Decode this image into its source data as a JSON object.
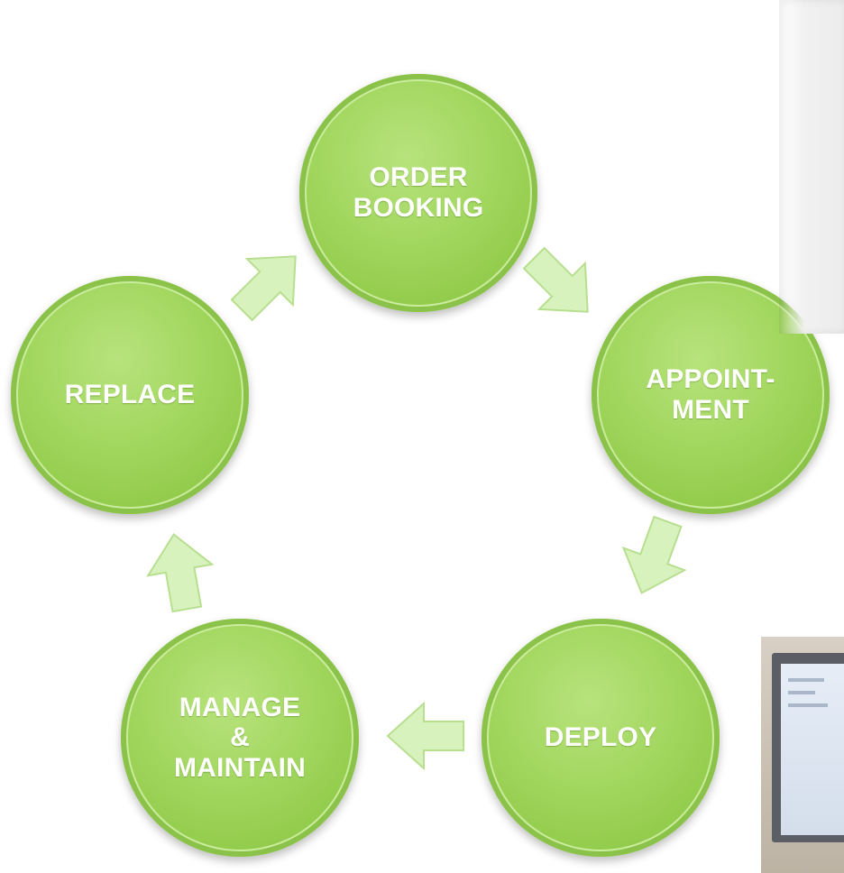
{
  "diagram": {
    "nodes": [
      {
        "id": "order-booking",
        "label": "ORDER\nBOOKING"
      },
      {
        "id": "appointment",
        "label": "APPOINT-\nMENT"
      },
      {
        "id": "deploy",
        "label": "DEPLOY"
      },
      {
        "id": "manage-maintain",
        "label": "MANAGE\n&\nMAINTAIN"
      },
      {
        "id": "replace",
        "label": "REPLACE"
      }
    ],
    "flow": [
      {
        "from": "replace",
        "to": "order-booking"
      },
      {
        "from": "order-booking",
        "to": "appointment"
      },
      {
        "from": "appointment",
        "to": "deploy"
      },
      {
        "from": "deploy",
        "to": "manage-maintain"
      },
      {
        "from": "manage-maintain",
        "to": "replace"
      }
    ],
    "colors": {
      "node_fill": "#9fd55b",
      "node_rim": "#8bc34a",
      "label_text": "#ffffff",
      "arrow_fill": "#d8f2bd",
      "arrow_stroke": "#b7df8f"
    }
  }
}
